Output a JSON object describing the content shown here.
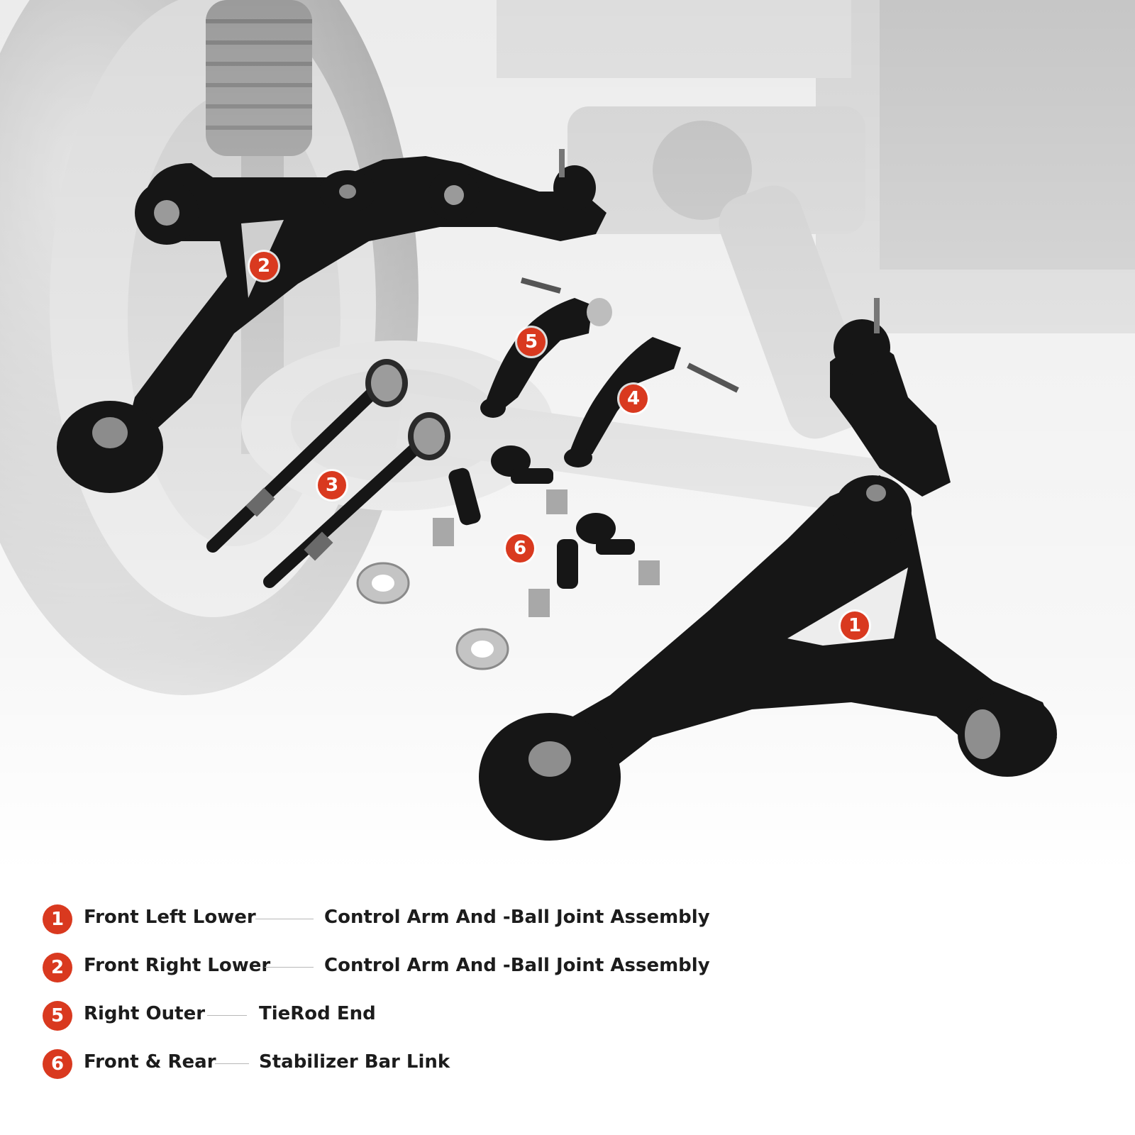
{
  "colors": {
    "badge": "#d9391f",
    "part_black": "#161616",
    "background_grey": "#9a9a9a"
  },
  "callouts": [
    {
      "id": "1",
      "label": "1"
    },
    {
      "id": "2",
      "label": "2"
    },
    {
      "id": "3",
      "label": "3"
    },
    {
      "id": "4",
      "label": "4"
    },
    {
      "id": "5",
      "label": "5"
    },
    {
      "id": "6",
      "label": "6"
    }
  ],
  "legend": [
    {
      "number": "1",
      "left": "Front Left Lower",
      "right": "Control Arm And -Ball Joint Assembly"
    },
    {
      "number": "2",
      "left": "Front Right Lower",
      "right": "Control Arm And -Ball Joint Assembly"
    },
    {
      "number": "5",
      "left": "Right Outer",
      "right": "TieRod End"
    },
    {
      "number": "6",
      "left": "Front & Rear",
      "right": "Stabilizer Bar Link"
    }
  ]
}
